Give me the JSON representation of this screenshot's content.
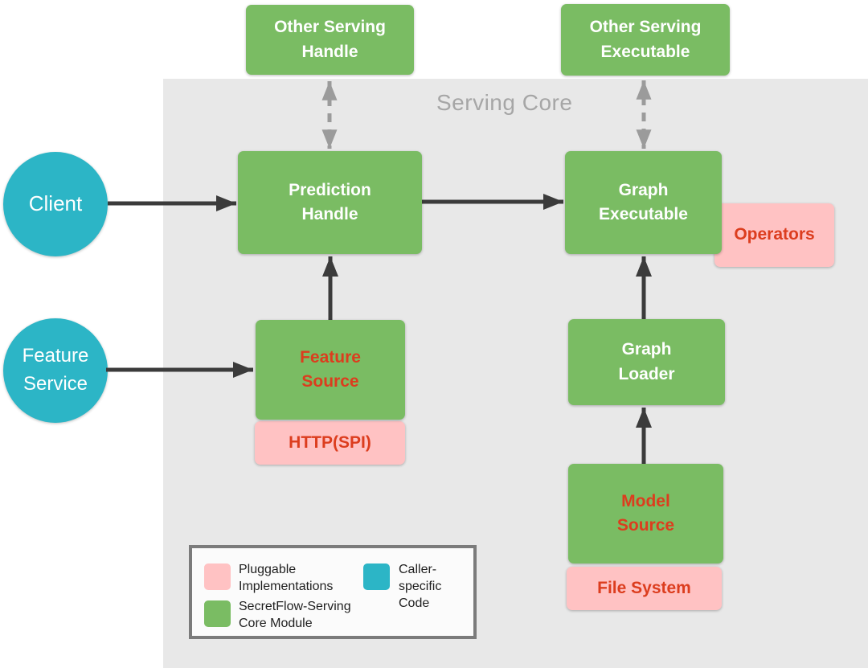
{
  "region": {
    "label": "Serving Core"
  },
  "nodes": {
    "other_serving_handle": {
      "label": "Other Serving\nHandle",
      "type": "core-module"
    },
    "other_serving_executable": {
      "label": "Other Serving\nExecutable",
      "type": "core-module"
    },
    "prediction_handle": {
      "label": "Prediction\nHandle",
      "type": "core-module"
    },
    "graph_executable": {
      "label": "Graph\nExecutable",
      "type": "core-module"
    },
    "feature_source": {
      "label": "Feature\nSource",
      "type": "core-module"
    },
    "graph_loader": {
      "label": "Graph\nLoader",
      "type": "core-module"
    },
    "model_source": {
      "label": "Model\nSource",
      "type": "core-module"
    },
    "operators": {
      "label": "Operators",
      "type": "pluggable"
    },
    "http_spi": {
      "label": "HTTP(SPI)",
      "type": "pluggable"
    },
    "file_system": {
      "label": "File System",
      "type": "pluggable"
    },
    "client": {
      "label": "Client",
      "type": "caller-specific"
    },
    "feature_service": {
      "label": "Feature\nService",
      "type": "caller-specific"
    }
  },
  "edges": [
    {
      "from": "Client",
      "to": "Prediction Handle",
      "style": "solid"
    },
    {
      "from": "Prediction Handle",
      "to": "Graph Executable",
      "style": "solid"
    },
    {
      "from": "Feature Service",
      "to": "Feature Source",
      "style": "solid"
    },
    {
      "from": "Feature Source",
      "to": "Prediction Handle",
      "style": "solid"
    },
    {
      "from": "Graph Loader",
      "to": "Graph Executable",
      "style": "solid"
    },
    {
      "from": "Model Source",
      "to": "Graph Loader",
      "style": "solid"
    },
    {
      "from": "Other Serving Handle",
      "to": "Prediction Handle",
      "style": "dashed-bidirectional"
    },
    {
      "from": "Other Serving Executable",
      "to": "Graph Executable",
      "style": "dashed-bidirectional"
    }
  ],
  "legend": {
    "items": [
      {
        "swatch": "pink",
        "label": "Pluggable\nImplementations",
        "color": "#ffc2c3"
      },
      {
        "swatch": "teal",
        "label": "Caller-specific\nCode",
        "color": "#2cb5c6"
      },
      {
        "swatch": "green",
        "label": "SecretFlow-Serving\nCore Module",
        "color": "#7abc63"
      }
    ]
  },
  "colors": {
    "core_module_green": "#7abc63",
    "pluggable_pink": "#ffc2c3",
    "caller_specific_teal": "#2cb5c6",
    "region_gray": "#e8e8e8",
    "red_label": "#dc3d1e",
    "region_title_gray": "#a6a6a6",
    "arrow_dark": "#3b3b3b",
    "arrow_dashed_gray": "#9b9b9b"
  }
}
